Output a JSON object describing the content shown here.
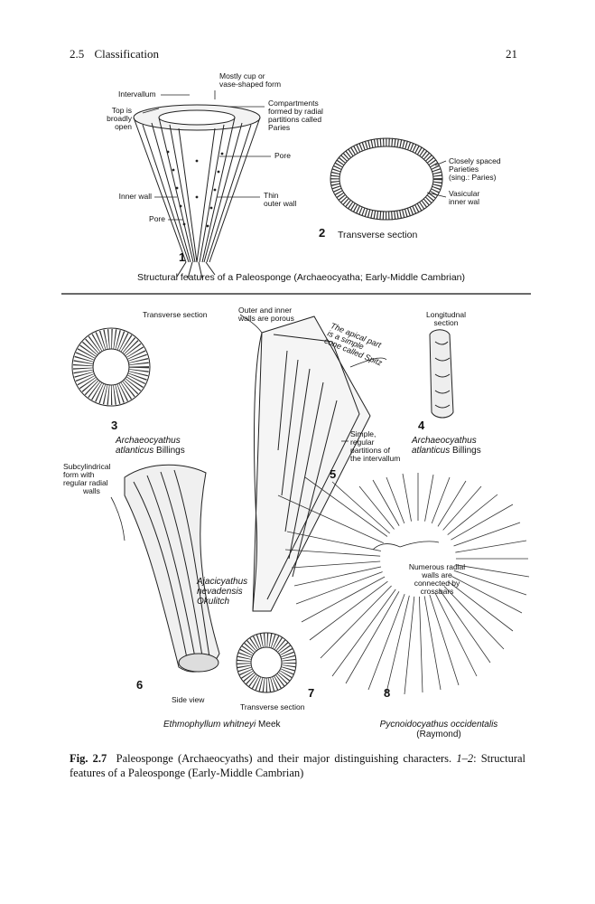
{
  "header": {
    "section_number": "2.5",
    "section_title": "Classification",
    "page_number": "21"
  },
  "figure_top": {
    "labels": {
      "intervallum": "Intervallum",
      "mostly_cup": "Mostly cup or",
      "mostly_cup2": "vase-shaped form",
      "top_open1": "Top is",
      "top_open2": "broadly",
      "top_open3": "open",
      "compartments1": "Compartments",
      "compartments2": "formed by radial",
      "compartments3": "partitions called",
      "compartments4": "Paries",
      "pore_right": "Pore",
      "inner_wall": "Inner wall",
      "thin1": "Thin",
      "thin2": "outer wall",
      "pore_left": "Pore",
      "closely1": "Closely spaced",
      "closely2": "Parieties",
      "closely3": "(sing.: Paries)",
      "vasicular1": "Vasicular",
      "vasicular2": "inner wal",
      "num1": "1",
      "num2": "2",
      "transverse_section": "Transverse section",
      "structural": "Structural features of a Paleosponge (Archaeocyatha; Early-Middle Cambrian)"
    }
  },
  "figure_bottom": {
    "labels": {
      "transverse_section3": "Transverse section",
      "outer_inner1": "Outer and inner",
      "outer_inner2": "walls are porous",
      "apical1": "The apical part",
      "apical2": "is a simple",
      "apical3": "cone called Spitz",
      "longitudinal1": "Longitudnal",
      "longitudinal2": "section",
      "num3": "3",
      "num4": "4",
      "num5": "5",
      "num6": "6",
      "num7": "7",
      "num8": "8",
      "archaeo3_1": "Archaeocyathus",
      "archaeo3_2": "atlanticus",
      "archaeo3_3": "Billings",
      "archaeo4_1": "Archaeocyathus",
      "archaeo4_2": "atlanticus",
      "archaeo4_3": "Billings",
      "simple1": "Simple,",
      "simple2": "regular",
      "simple3": "partitions of",
      "simple4": "the intervallum",
      "subcyl1": "Subcylindrical",
      "subcyl2": "form with",
      "subcyl3": "regular radial",
      "subcyl4": "walls",
      "numerous1": "Numerous radial",
      "numerous2": "walls are",
      "numerous3": "connected by",
      "numerous4": "crossbars",
      "ajac1": "Ajacicyathus",
      "ajac2": "nevadensis",
      "ajac3": "Okulitch",
      "side_view": "Side view",
      "transverse_section7": "Transverse section",
      "ethmo1": "Ethmophyllum whitneyi",
      "ethmo2": "Meek",
      "pycno1": "Pycnoidocyathus occidentalis",
      "pycno2": "(Raymond)"
    }
  },
  "caption": {
    "fig_label": "Fig. 2.7",
    "text1": "Paleosponge (Archaeocyaths) and their major distinguishing characters.",
    "range": "1–2",
    "text2": ": Structural features of a Paleosponge (Early-Middle Cambrian)"
  }
}
